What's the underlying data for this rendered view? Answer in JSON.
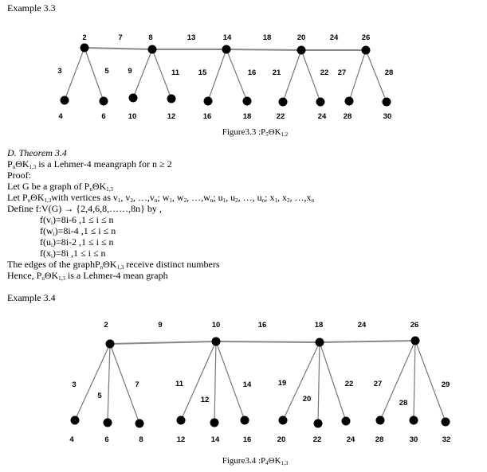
{
  "example_33": "Example 3.3",
  "figure_33": {
    "vertex_labels_top": [
      "2",
      "8",
      "14",
      "20",
      "26"
    ],
    "path_edge_labels": [
      "7",
      "13",
      "18",
      "24"
    ],
    "pendant_edge_labels": [
      "3",
      "5",
      "9",
      "11",
      "15",
      "16",
      "21",
      "22",
      "27",
      "28"
    ],
    "leaf_labels": [
      "4",
      "6",
      "10",
      "12",
      "16",
      "18",
      "22",
      "24",
      "28",
      "30"
    ],
    "caption": [
      [
        "Figure3.3 :P"
      ],
      [
        "5",
        "sub"
      ],
      [
        "ΘK"
      ],
      [
        "1,2",
        "sub"
      ]
    ]
  },
  "theorem_heading": "D.   Theorem 3.4",
  "text_lines": [
    [
      [
        "P"
      ],
      [
        "n",
        "sub"
      ],
      [
        "ΘK"
      ],
      [
        "1,3",
        "sub"
      ],
      [
        " is a Lehmer-4 meangraph for n ≥ 2"
      ]
    ],
    [
      [
        "Proof:"
      ]
    ],
    [
      [
        "Let G be a graph of P"
      ],
      [
        "n",
        "sub"
      ],
      [
        "ΘK"
      ],
      [
        "1,3",
        "sub"
      ]
    ],
    [
      [
        "Let P"
      ],
      [
        "n",
        "sub"
      ],
      [
        "ΘK"
      ],
      [
        "1,3",
        "sub"
      ],
      [
        "with vertices as v"
      ],
      [
        "1",
        "sub"
      ],
      [
        ", v"
      ],
      [
        "2",
        "sub"
      ],
      [
        ", …,v"
      ],
      [
        "n",
        "sub"
      ],
      [
        "; w"
      ],
      [
        "1",
        "sub"
      ],
      [
        ", w"
      ],
      [
        "2",
        "sub"
      ],
      [
        ", …,w"
      ],
      [
        "n",
        "sub"
      ],
      [
        "; u"
      ],
      [
        "1",
        "sub"
      ],
      [
        ", u"
      ],
      [
        "2",
        "sub"
      ],
      [
        ", …, u"
      ],
      [
        "n",
        "sub"
      ],
      [
        "; x"
      ],
      [
        "1",
        "sub"
      ],
      [
        ", x"
      ],
      [
        "2",
        "sub"
      ],
      [
        ", …,x"
      ],
      [
        "n",
        "sub"
      ]
    ],
    [
      [
        "Define f:V(G) → {2,4,6,8,……,8n} by ,"
      ]
    ],
    [
      [
        "f(v"
      ],
      [
        "i",
        "sub"
      ],
      [
        ")=8i-6 ,1 ≤ i ≤ n"
      ]
    ],
    [
      [
        "f(w"
      ],
      [
        "i",
        "sub"
      ],
      [
        ")=8i-4 ,1 ≤ i ≤ n"
      ]
    ],
    [
      [
        "f(u"
      ],
      [
        "i",
        "sub"
      ],
      [
        ")=8i-2 ,1 ≤ i ≤ n"
      ]
    ],
    [
      [
        "f(x"
      ],
      [
        "i",
        "sub"
      ],
      [
        ")=8i ,1 ≤ i ≤ n"
      ]
    ],
    [
      [
        "The edges of the graphP"
      ],
      [
        "n",
        "sub"
      ],
      [
        "ΘK"
      ],
      [
        "1,3",
        "sub"
      ],
      [
        " receive distinct numbers"
      ]
    ],
    [
      [
        "Hence, P"
      ],
      [
        "n",
        "sub"
      ],
      [
        "ΘK"
      ],
      [
        "1,3",
        "sub"
      ],
      [
        " is a Lehmer-4 mean graph"
      ]
    ]
  ],
  "example_34": "Example 3.4",
  "figure_34": {
    "vertex_labels_top": [
      "2",
      "10",
      "18",
      "26"
    ],
    "path_edge_labels": [
      "9",
      "16",
      "24"
    ],
    "pendant_edge_labels": [
      "3",
      "5",
      "7",
      "11",
      "12",
      "14",
      "19",
      "20",
      "22",
      "27",
      "28",
      "29"
    ],
    "leaf_labels": [
      "4",
      "6",
      "8",
      "12",
      "14",
      "16",
      "20",
      "22",
      "24",
      "28",
      "30",
      "32"
    ],
    "caption": [
      [
        "Figure3.4 :P"
      ],
      [
        "4",
        "sub"
      ],
      [
        "ΘK"
      ],
      [
        "1,3",
        "sub"
      ]
    ]
  }
}
